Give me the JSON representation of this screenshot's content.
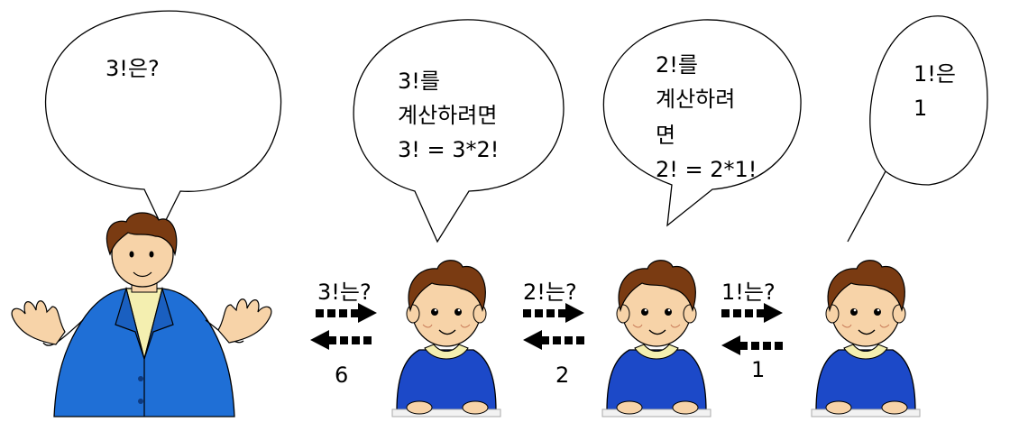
{
  "bubbles": {
    "teacher": {
      "lines": [
        "3!은?"
      ]
    },
    "student1": {
      "lines": [
        "3!를",
        "계산하려면",
        "3! = 3*2!"
      ]
    },
    "student2": {
      "lines": [
        "2!를",
        "계산하려",
        "면",
        "2! = 2*1!"
      ]
    },
    "student3": {
      "lines": [
        "1!은",
        "1"
      ]
    }
  },
  "arrows": [
    {
      "question": "3!는?",
      "answer": "6"
    },
    {
      "question": "2!는?",
      "answer": "2"
    },
    {
      "question": "1!는?",
      "answer": "1"
    }
  ],
  "colors": {
    "jacket": "#1f6fd6",
    "sweater": "#1c49c8",
    "hair": "#7a3b12",
    "skin": "#f7d3a8",
    "shirt": "#f4efb0",
    "line": "#000000"
  },
  "icons": [
    "teacher-figure",
    "student-figure"
  ]
}
